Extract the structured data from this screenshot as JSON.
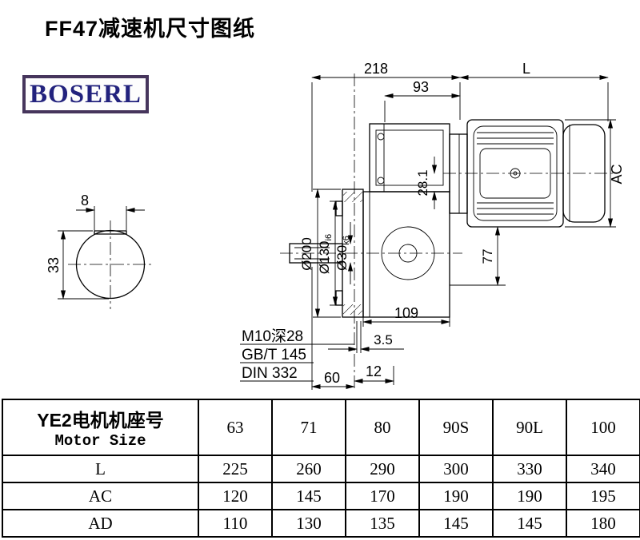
{
  "colors": {
    "logo_text": "#22227d",
    "logo_border": "#46355c",
    "line": "#000000"
  },
  "page": {
    "title": "FF47减速机尺寸图纸"
  },
  "logo": {
    "text": "BOSERL"
  },
  "drawing": {
    "dims": {
      "top_width": "218",
      "motor_length": "L",
      "cover_width": "93",
      "motor_height": "AC",
      "key_width": "8",
      "shaft_key_height": "33",
      "flange_dia": "Ø200",
      "spigot_dia": "Ø130",
      "spigot_tol": "i6",
      "shaft_dia": "Ø30",
      "shaft_tol": "k6",
      "axis_offset": "28.1",
      "side_height": "77",
      "housing_width": "109",
      "gap": "3.5",
      "shaft_len": "60",
      "step": "12"
    },
    "notes": {
      "thread": "M10深28",
      "standard1": "GB/T 145",
      "standard2": "DIN 332"
    }
  },
  "table": {
    "header_cn": "YE2电机机座号",
    "header_en": "Motor Size",
    "sizes": [
      "63",
      "71",
      "80",
      "90S",
      "90L",
      "100"
    ],
    "rows": [
      {
        "label": "L",
        "values": [
          "225",
          "260",
          "290",
          "300",
          "330",
          "340"
        ]
      },
      {
        "label": "AC",
        "values": [
          "120",
          "145",
          "170",
          "190",
          "190",
          "195"
        ]
      },
      {
        "label": "AD",
        "values": [
          "110",
          "130",
          "135",
          "145",
          "145",
          "180"
        ]
      }
    ]
  }
}
